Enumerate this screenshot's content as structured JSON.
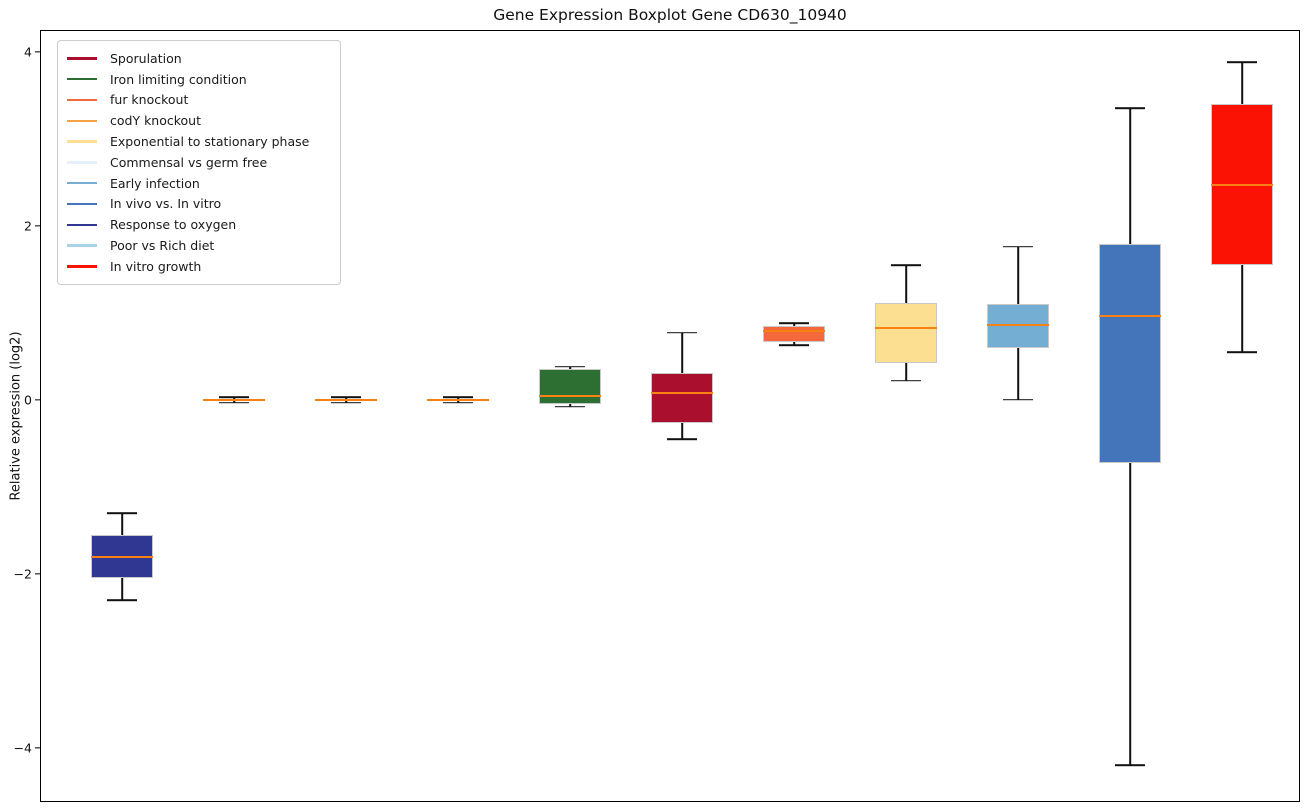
{
  "title": "Gene Expression Boxplot Gene CD630_10940",
  "chart_data": {
    "type": "boxplot",
    "title": "Gene Expression Boxplot Gene CD630_10940",
    "xlabel": "",
    "ylabel": "Relative expression (log2)",
    "ylim": [
      -4.62,
      4.25
    ],
    "yticks": [
      {
        "value": 4,
        "label": "4"
      },
      {
        "value": 2,
        "label": "2"
      },
      {
        "value": 0,
        "label": "0"
      },
      {
        "value": -2,
        "label": "−2"
      },
      {
        "value": -4,
        "label": "−4"
      }
    ],
    "x_tick_labels_visible": false,
    "grid": false,
    "legend_position": "upper-left",
    "median_color": "#f78112",
    "whisker_color": "#111111",
    "box_edge_color": "#c9c9c9",
    "legend": [
      {
        "label": "Sporulation",
        "color": "#aa0f2d"
      },
      {
        "label": "Iron limiting condition",
        "color": "#2d6e32"
      },
      {
        "label": "fur knockout",
        "color": "#f4693c"
      },
      {
        "label": "codY knockout",
        "color": "#f7a148"
      },
      {
        "label": "Exponential to stationary phase",
        "color": "#fcdf90"
      },
      {
        "label": "Commensal vs germ free",
        "color": "#e6f0f9"
      },
      {
        "label": "Early infection",
        "color": "#74afd3"
      },
      {
        "label": "In vivo vs. In vitro",
        "color": "#4474b9"
      },
      {
        "label": "Response to oxygen",
        "color": "#303792"
      },
      {
        "label": "Poor vs Rich diet",
        "color": "#abd2e8"
      },
      {
        "label": "In vitro growth",
        "color": "#fb1205"
      }
    ],
    "boxes": [
      {
        "label": "Response to oxygen",
        "color": "#303792",
        "whislo": -2.3,
        "q1": -2.05,
        "med": -1.8,
        "q3": -1.55,
        "whishi": -1.3
      },
      {
        "label": "codY knockout",
        "color": "#f7a148",
        "whislo": -0.03,
        "q1": -0.015,
        "med": 0.0,
        "q3": 0.015,
        "whishi": 0.03
      },
      {
        "label": "Commensal vs germ free",
        "color": "#e6f0f9",
        "whislo": -0.03,
        "q1": -0.015,
        "med": 0.0,
        "q3": 0.015,
        "whishi": 0.03
      },
      {
        "label": "Poor vs Rich diet",
        "color": "#abd2e8",
        "whislo": -0.03,
        "q1": -0.015,
        "med": 0.0,
        "q3": 0.015,
        "whishi": 0.03
      },
      {
        "label": "Iron limiting condition",
        "color": "#2d6e32",
        "whislo": -0.08,
        "q1": -0.05,
        "med": 0.05,
        "q3": 0.36,
        "whishi": 0.38
      },
      {
        "label": "Sporulation",
        "color": "#aa0f2d",
        "whislo": -0.45,
        "q1": -0.26,
        "med": 0.08,
        "q3": 0.31,
        "whishi": 0.77
      },
      {
        "label": "fur knockout",
        "color": "#f4693c",
        "whislo": 0.63,
        "q1": 0.67,
        "med": 0.79,
        "q3": 0.85,
        "whishi": 0.88
      },
      {
        "label": "Exponential to stationary phase",
        "color": "#fcdf90",
        "whislo": 0.22,
        "q1": 0.42,
        "med": 0.83,
        "q3": 1.11,
        "whishi": 1.55
      },
      {
        "label": "Early infection",
        "color": "#74afd3",
        "whislo": 0.0,
        "q1": 0.6,
        "med": 0.86,
        "q3": 1.1,
        "whishi": 1.76
      },
      {
        "label": "In vivo vs. In vitro",
        "color": "#4474b9",
        "whislo": -4.2,
        "q1": -0.73,
        "med": 0.96,
        "q3": 1.79,
        "whishi": 3.35
      },
      {
        "label": "In vitro growth",
        "color": "#fb1205",
        "whislo": 0.55,
        "q1": 1.55,
        "med": 2.47,
        "q3": 3.4,
        "whishi": 3.88
      }
    ]
  }
}
